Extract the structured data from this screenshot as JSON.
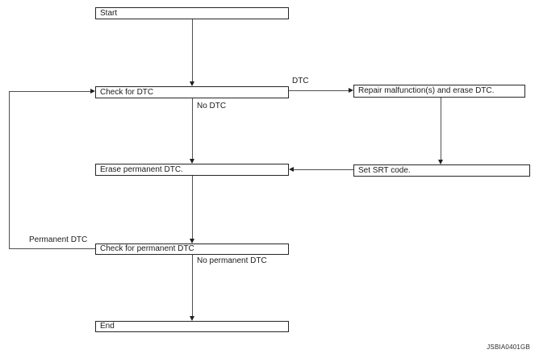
{
  "colors": {
    "background": "#ffffff",
    "box_border": "#262626",
    "line": "#4f4f4f",
    "arrowhead": "#1f1f1f",
    "text": "#1a1a1a"
  },
  "nodes": [
    {
      "id": "start",
      "label": "Start"
    },
    {
      "id": "check-dtc",
      "label": "Check for DTC"
    },
    {
      "id": "repair",
      "label": "Repair malfunction(s) and erase DTC."
    },
    {
      "id": "erase-permanent-dtc",
      "label": "Erase permanent DTC."
    },
    {
      "id": "set-srt-code",
      "label": "Set SRT code."
    },
    {
      "id": "check-permanent-dtc",
      "label": "Check for permanent DTC"
    },
    {
      "id": "end",
      "label": "End"
    }
  ],
  "edge_labels": {
    "dtc": "DTC",
    "no_dtc": "No DTC",
    "permanent_dtc": "Permanent DTC",
    "no_permanent_dtc": "No permanent DTC"
  },
  "edges": [
    {
      "from": "start",
      "to": "check-dtc",
      "label": ""
    },
    {
      "from": "check-dtc",
      "to": "repair",
      "label": "DTC"
    },
    {
      "from": "check-dtc",
      "to": "erase-permanent-dtc",
      "label": "No DTC"
    },
    {
      "from": "repair",
      "to": "set-srt-code",
      "label": ""
    },
    {
      "from": "set-srt-code",
      "to": "erase-permanent-dtc",
      "label": ""
    },
    {
      "from": "erase-permanent-dtc",
      "to": "check-permanent-dtc",
      "label": ""
    },
    {
      "from": "check-permanent-dtc",
      "to": "check-dtc",
      "label": "Permanent DTC"
    },
    {
      "from": "check-permanent-dtc",
      "to": "end",
      "label": "No permanent DTC"
    }
  ],
  "figure_code": "JSBIA0401GB"
}
